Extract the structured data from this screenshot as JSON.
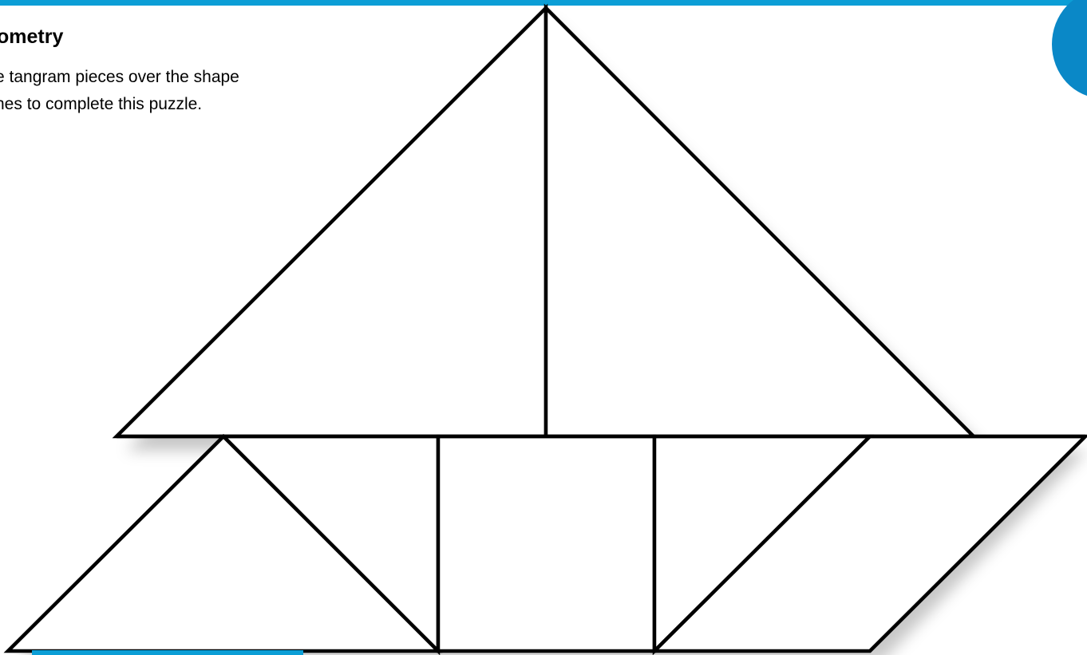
{
  "worksheet": {
    "title": "ometry",
    "instructions": [
      "e tangram pieces over the shape",
      "nes to complete this puzzle."
    ]
  },
  "colors": {
    "accent_bar": "#0b9ed6",
    "accent_circle": "#0a88c7",
    "outline": "#000000",
    "piece_fill": "#ffffff"
  }
}
